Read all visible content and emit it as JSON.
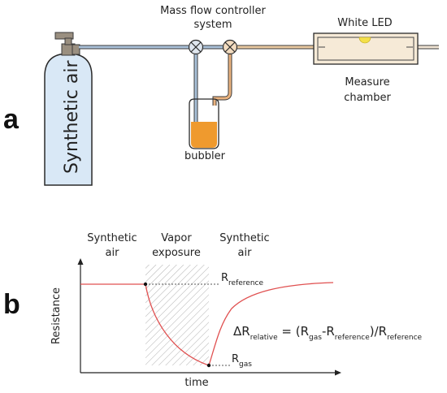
{
  "panel_a": {
    "letter": "a",
    "cylinder_label": "Synthetic air",
    "mfc_label_line1": "Mass flow controller",
    "mfc_label_line2": "system",
    "led_label": "White LED",
    "chamber_label_line1": "Measure",
    "chamber_label_line2": "chamber",
    "bubbler_label": "bubbler"
  },
  "panel_b": {
    "letter": "b",
    "phase1_line1": "Synthetic",
    "phase1_line2": "air",
    "phase2_line1": "Vapor",
    "phase2_line2": "exposure",
    "phase3_line1": "Synthetic",
    "phase3_line2": "air",
    "y_axis_label": "Resistance",
    "x_axis_label": "time",
    "r_ref_base": "R",
    "r_ref_sub": "reference",
    "r_gas_base": "R",
    "r_gas_sub": "gas",
    "equation": {
      "delta": "ΔR",
      "relative_sub": "relative",
      "equals_open": " = (R",
      "gas_sub": "gas",
      "minus_r": "-R",
      "reference_sub1": "reference",
      "close_div_r": ")/R",
      "reference_sub2": "reference"
    }
  },
  "colors": {
    "cylinder_fill": "#d9e8f6",
    "gas_line": "#a9c1d9",
    "vapor_line": "#e9b27f",
    "liquid": "#ef9a2e",
    "led": "#f4e04a",
    "curve": "#e05050"
  }
}
